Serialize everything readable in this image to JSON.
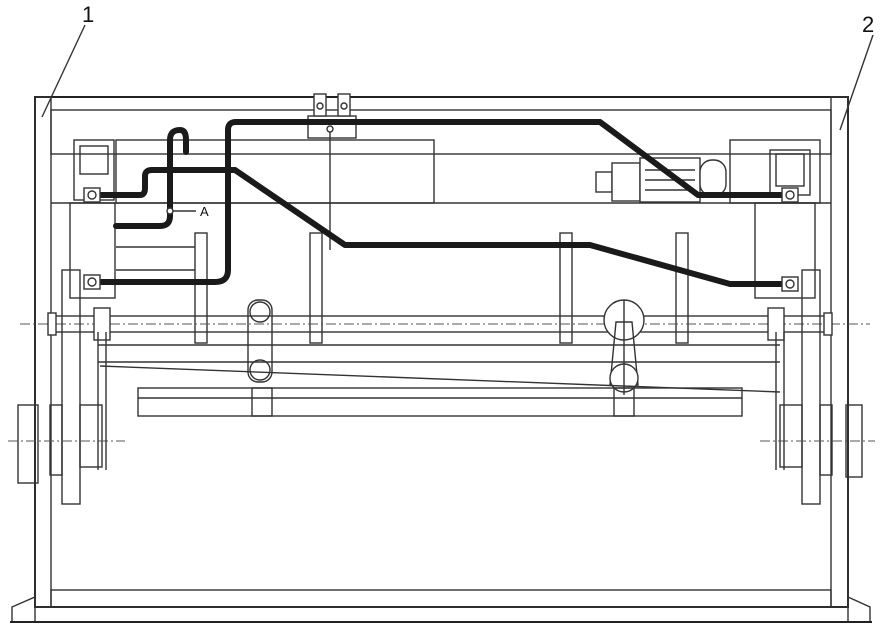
{
  "callouts": [
    {
      "id": "1",
      "text": "1"
    },
    {
      "id": "2",
      "text": "2"
    }
  ],
  "point_label": "A"
}
